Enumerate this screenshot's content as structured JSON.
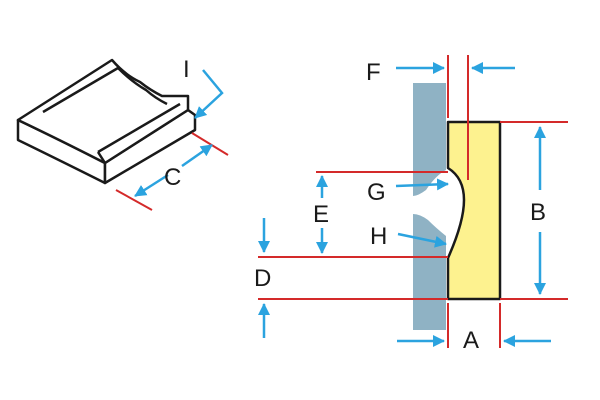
{
  "labels": {
    "a": "A",
    "b": "B",
    "c": "C",
    "d": "D",
    "e": "E",
    "f": "F",
    "g": "G",
    "h": "H",
    "i": "I"
  },
  "colors": {
    "outline": "#1a1a1a",
    "dimension_line": "#d42a2a",
    "arrow": "#2ba3df",
    "part_fill": "#fdf28f",
    "wall": "#8fb2c4",
    "background": "#ffffff"
  }
}
